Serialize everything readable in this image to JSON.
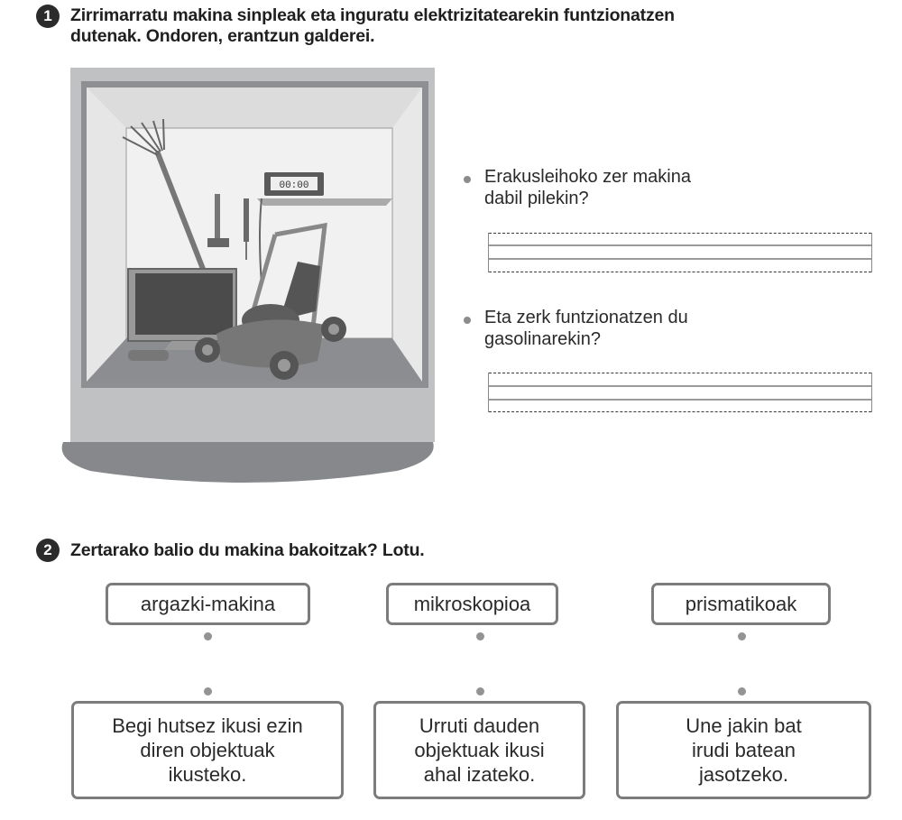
{
  "exercise1": {
    "number": "1",
    "title_line1": "Zirrimarratu makina sinpleak eta inguratu elektrizitatearekin funtzionatzen",
    "title_line2": "dutenak. Ondoren, erantzun galderei.",
    "illustration": {
      "description": "Shop window (erakusleihoa) showing machines",
      "items": [
        "rake",
        "hammer",
        "screwdriver",
        "digital-clock",
        "television",
        "flashlight",
        "lawn-mower"
      ],
      "clock_display": "00:00"
    },
    "questions": [
      {
        "line1": "Erakusleihoko zer makina",
        "line2": "dabil pilekin?",
        "answer": ""
      },
      {
        "line1": "Eta zerk funtzionatzen du",
        "line2": "gasolinarekin?",
        "answer": ""
      }
    ]
  },
  "exercise2": {
    "number": "2",
    "title": "Zertarako balio du makina bakoitzak? Lotu.",
    "machines": [
      "argazki-makina",
      "mikroskopioa",
      "prismatikoak"
    ],
    "uses": [
      "Begi hutsez ikusi ezin\ndiren objektuak\nikusteko.",
      "Urruti dauden\nobjektuak ikusi\nahal izateko.",
      "Une jakin bat\nirudi batean\njasotzeko."
    ]
  },
  "colors": {
    "badge": "#2b2b2b",
    "box_border": "#7c7c7c",
    "dot": "#939393",
    "cabinet_outer": "#c0c1c3",
    "cabinet_shadow": "#87888b"
  }
}
